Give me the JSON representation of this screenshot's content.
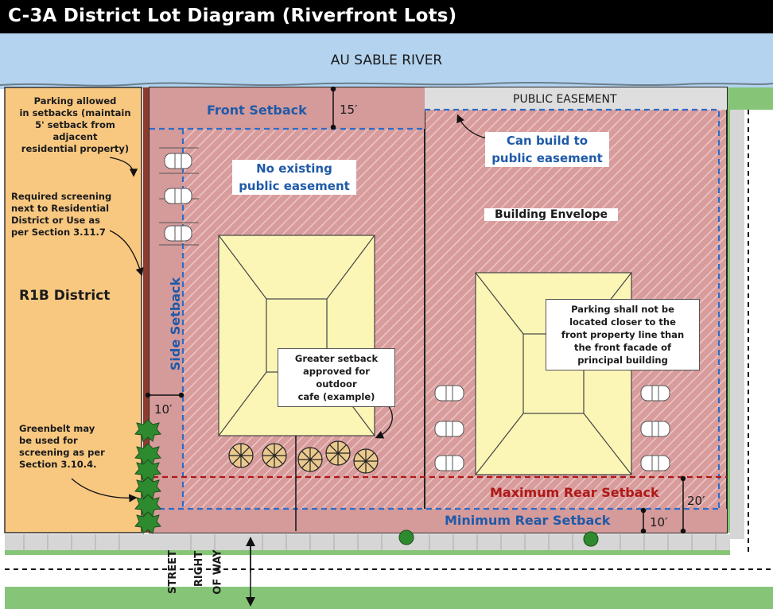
{
  "title": "C-3A District Lot Diagram (Riverfront Lots)",
  "river_label": "AU SABLE RIVER",
  "left_lot": {
    "front_setback_label": "Front Setback",
    "front_setback_value": "15′",
    "side_setback_label": "Side Setback",
    "side_setback_value": "10′",
    "no_easement_note": "No existing\npublic easement",
    "outdoor_cafe_note": "Greater setback\napproved for outdoor\ncafe (example)"
  },
  "right_lot": {
    "public_easement_label": "PUBLIC EASEMENT",
    "can_build_note": "Can build to\npublic easement",
    "building_envelope_label": "Building Envelope",
    "parking_note": "Parking shall not be\nlocated closer to the\nfront property line than\nthe front facade of\nprincipal building"
  },
  "rear": {
    "max_rear_setback_label": "Maximum Rear Setback",
    "max_rear_setback_value": "20′",
    "min_rear_setback_label": "Minimum Rear Setback",
    "min_rear_setback_value": "10′"
  },
  "district_strip": {
    "parking_note": "Parking allowed\nin setbacks (maintain\n5' setback from\nadjacent\nresidential property)",
    "screening_note": "Required screening\nnext to Residential\nDistrict or Use as\nper Section 3.11.7",
    "district_label": "R1B District",
    "greenbelt_note": "Greenbelt may\nbe used for\nscreening as per\nSection 3.10.4."
  },
  "street_row_label": [
    "STREET",
    "RIGHT",
    "OF WAY"
  ],
  "colors": {
    "river": "#b3d3ef",
    "lot": "#d59a9a",
    "hatch": "#e8c0c0",
    "building": "#fbf6b6",
    "district": "#f8c880",
    "grass": "#86c577",
    "blue_line": "#2d6cc6",
    "red_line": "#b01818"
  }
}
